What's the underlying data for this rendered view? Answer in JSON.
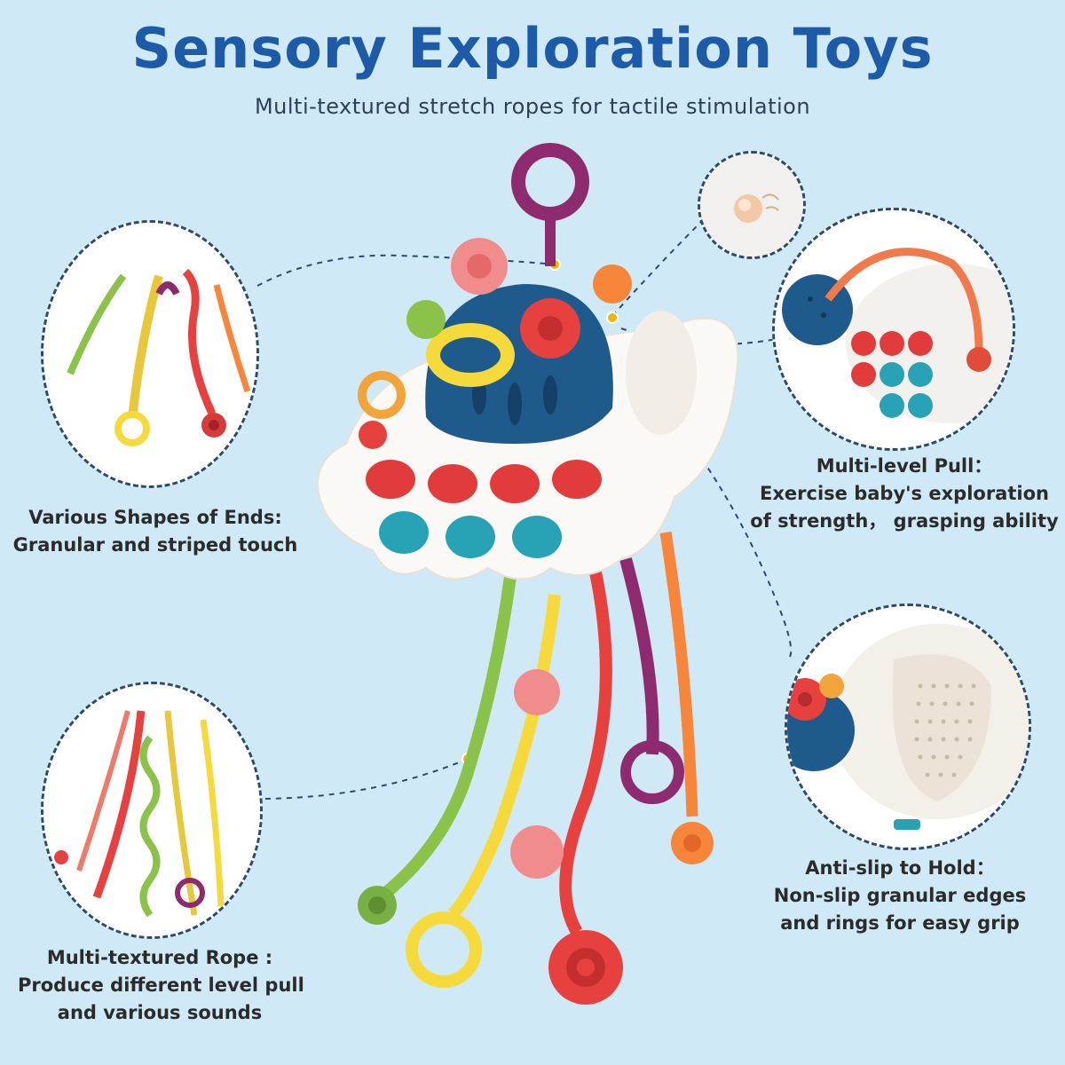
{
  "header": {
    "title": "Sensory Exploration Toys",
    "subtitle": "Multi-textured stretch ropes for tactile stimulation"
  },
  "features": [
    {
      "title": "Various Shapes of Ends:",
      "line1": "Granular and striped touch",
      "line2": ""
    },
    {
      "title": "Multi-level Pull：",
      "line1": "Exercise baby's exploration",
      "line2": "of strength， grasping ability"
    },
    {
      "title": "Anti-slip to Hold：",
      "line1": "Non-slip granular edges",
      "line2": "and rings for easy grip"
    },
    {
      "title": "Multi-textured Rope :",
      "line1": "Produce different level pull",
      "line2": "and various sounds"
    }
  ],
  "colors": {
    "background": "#cfeaf6",
    "title": "#1d5aa8",
    "connector": "#2b4a72",
    "dot": "#f2b705",
    "rope_green": "#8bc34a",
    "rope_yellow": "#f6d93b",
    "rope_red": "#e6413e",
    "rope_purple": "#8e2a6e",
    "rope_orange": "#f7853a",
    "ball_blue": "#1f5a8c",
    "button_red": "#e23b3b",
    "button_teal": "#27a3b5"
  }
}
